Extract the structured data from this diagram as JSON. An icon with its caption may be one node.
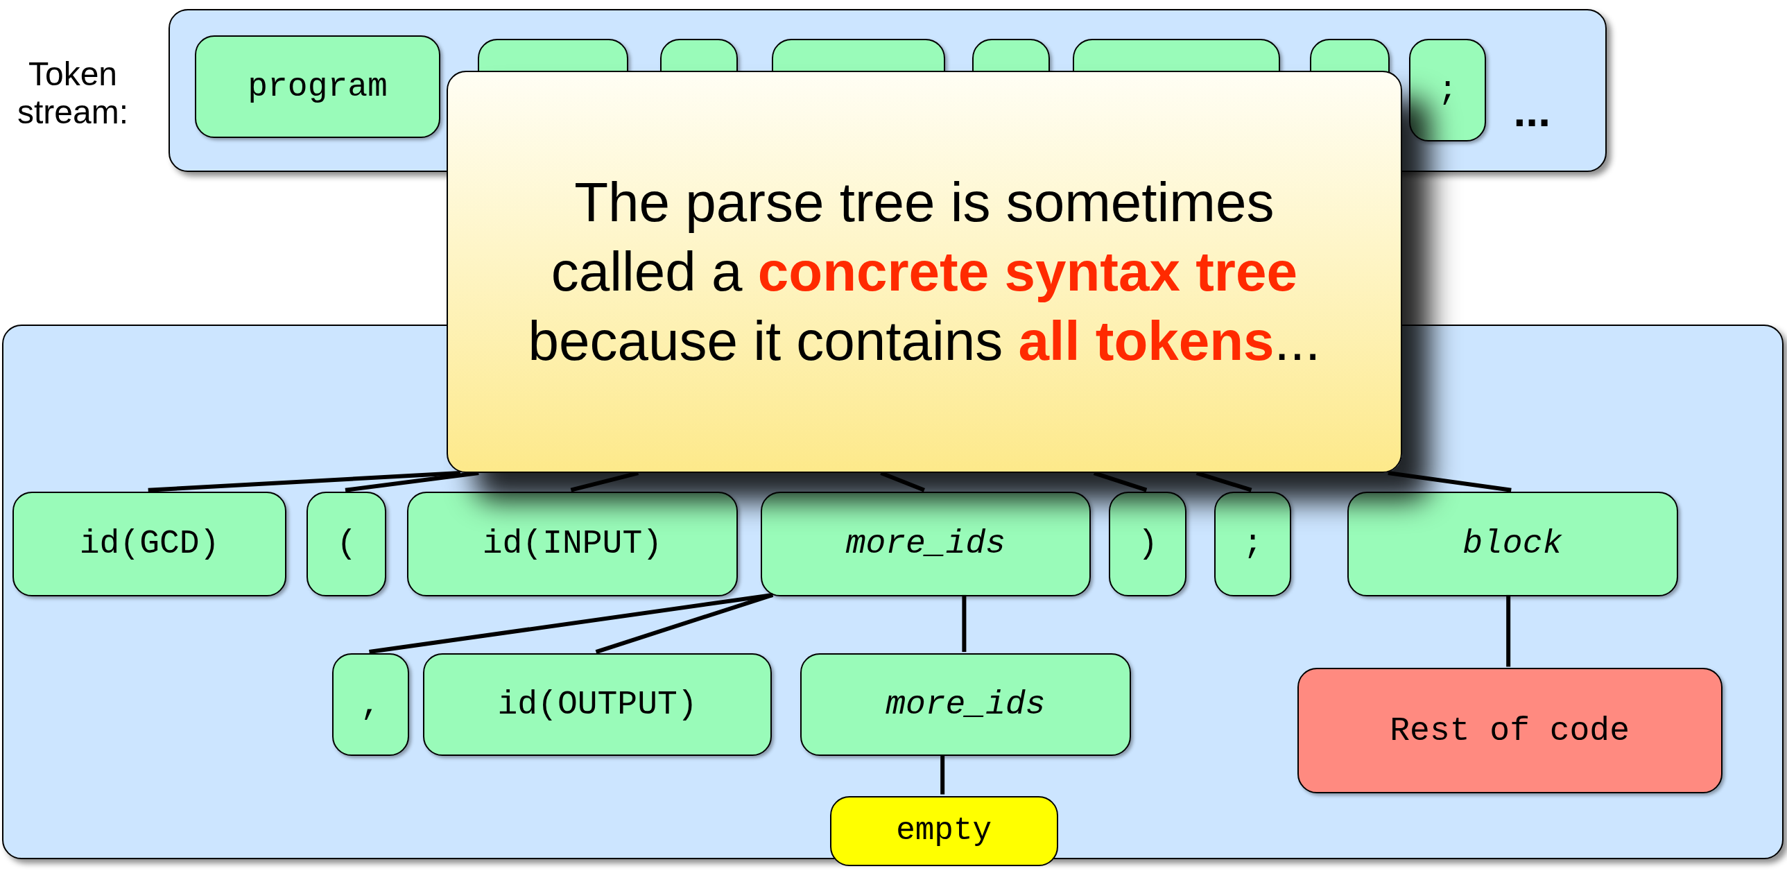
{
  "diagram": {
    "nodes": [
      {
        "text": [],
        "shape": "box",
        "beside": [
          "Token stream:"
        ]
      },
      {
        "text": [
          "program"
        ],
        "in": 0
      },
      {
        "text": [],
        "shape": "box",
        "in": 0
      },
      {
        "text": [],
        "shape": "box",
        "in": 0
      },
      {
        "text": [],
        "shape": "box",
        "in": 0
      },
      {
        "text": [],
        "shape": "box",
        "in": 0
      },
      {
        "text": [],
        "shape": "box",
        "in": 0
      },
      {
        "text": [],
        "shape": "box",
        "in": 0
      },
      {
        "text": [
          ";"
        ],
        "in": 0
      },
      {
        "text": [],
        "shape": "box"
      },
      {
        "text": [
          "id(GCD)"
        ],
        "in": 9
      },
      {
        "text": [
          "("
        ],
        "in": 9
      },
      {
        "text": [
          "id(INPUT)"
        ],
        "in": 9
      },
      {
        "text": [
          "more_ids"
        ],
        "in": 9
      },
      {
        "text": [
          ")"
        ],
        "in": 9
      },
      {
        "text": [
          ";"
        ],
        "in": 9
      },
      {
        "text": [
          "block"
        ],
        "in": 9
      },
      {
        "text": [
          ","
        ],
        "in": 9
      },
      {
        "text": [
          "id(OUTPUT)"
        ],
        "in": 9
      },
      {
        "text": [
          "more_ids"
        ],
        "in": 9
      },
      {
        "text": [
          "Rest of code"
        ],
        "in": 9
      },
      {
        "text": [
          "empty"
        ],
        "in": 9
      },
      {
        "text": [
          "The parse tree is sometimes called a **concrete syntax tree** because it contains **all tokens**..."
        ]
      }
    ],
    "edges": [
      {
        "from": 22,
        "to": 10,
        "arrow": "none"
      },
      {
        "from": 22,
        "to": 11,
        "arrow": "none"
      },
      {
        "from": 22,
        "to": 12,
        "arrow": "none"
      },
      {
        "from": 22,
        "to": 13,
        "arrow": "none"
      },
      {
        "from": 22,
        "to": 14,
        "arrow": "none"
      },
      {
        "from": 22,
        "to": 15,
        "arrow": "none"
      },
      {
        "from": 22,
        "to": 16,
        "arrow": "none"
      },
      {
        "from": 13,
        "to": 17,
        "arrow": "none"
      },
      {
        "from": 13,
        "to": 18,
        "arrow": "none"
      },
      {
        "from": 13,
        "to": 19,
        "arrow": "none"
      },
      {
        "from": 19,
        "to": 21,
        "arrow": "none"
      },
      {
        "from": 16,
        "to": 20,
        "arrow": "none"
      }
    ],
    "labels": [
      "..."
    ]
  }
}
